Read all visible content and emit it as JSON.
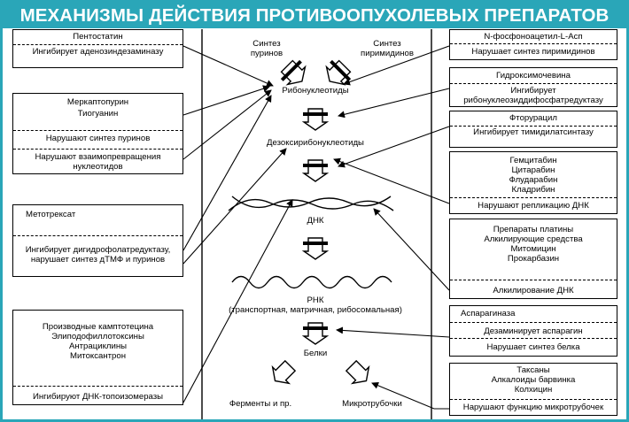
{
  "title": "МЕХАНИЗМЫ ДЕЙСТВИЯ ПРОТИВООПУХОЛЕВЫХ ПРЕПАРАТОВ",
  "colors": {
    "accent": "#2aa6b8",
    "text": "#000000",
    "background": "#ffffff"
  },
  "left_boxes": [
    {
      "top": "Пентостатин",
      "bottom": "Ингибирует аденозиндезаминазу"
    },
    {
      "drug1": "Меркаптопурин",
      "drug2": "Тиогуанин",
      "effect1": "Нарушают синтез пуринов",
      "effect2": "Нарушают взаимопревращения нуклеотидов"
    },
    {
      "drug": "Метотрексат",
      "effect": "Ингибирует дигидрофолатредуктазу, нарушает синтез дТМФ и пуринов"
    },
    {
      "drug1": "Производные камптотецина",
      "drug2": "Элиподофиллотоксины",
      "drug3": "Антрациклины",
      "drug4": "Митоксантрон",
      "effect": "Ингибируют ДНК-топоизомеразы"
    }
  ],
  "right_boxes": [
    {
      "top": "N-фосфоноацетил-L-Асп",
      "bottom": "Нарушает синтез пиримидинов"
    },
    {
      "top": "Гидроксимочевина",
      "bottom": "Ингибирует рибонуклеозиддифосфатредуктазу"
    },
    {
      "top": "Фторурацил",
      "bottom": "Ингибирует тимидилатсинтазу"
    },
    {
      "drug1": "Гемцитабин",
      "drug2": "Цитарабин",
      "drug3": "Флударабин",
      "drug4": "Кладрибин",
      "effect": "Нарушают репликацию ДНК"
    },
    {
      "drug1": "Препараты платины",
      "drug2": "Алкилирующие средства",
      "drug3": "Митомицин",
      "drug4": "Прокарбазин",
      "effect": "Алкилирование ДНК"
    },
    {
      "top": "Аспарагиназа",
      "middle": "Дезаминирует аспарагин",
      "bottom": "Нарушает синтез белка"
    },
    {
      "drug1": "Таксаны",
      "drug2": "Алкалоиды барвинка",
      "drug3": "Колхицин",
      "effect": "Нарушают функцию микротрубочек"
    }
  ],
  "center": {
    "purine_synthesis": "Синтез пуринов",
    "pyrimidine_synthesis": "Синтез пиримидинов",
    "ribonucleotides": "Рибонуклеотиды",
    "deoxyribonucleotides": "Дезоксирибонуклеотиды",
    "dna": "ДНК",
    "rna": "РНК",
    "rna_types": "(транспортная, матричная, рибосомальная)",
    "proteins": "Белки",
    "enzymes": "Ферменты и пр.",
    "microtubules": "Микротрубочки"
  }
}
